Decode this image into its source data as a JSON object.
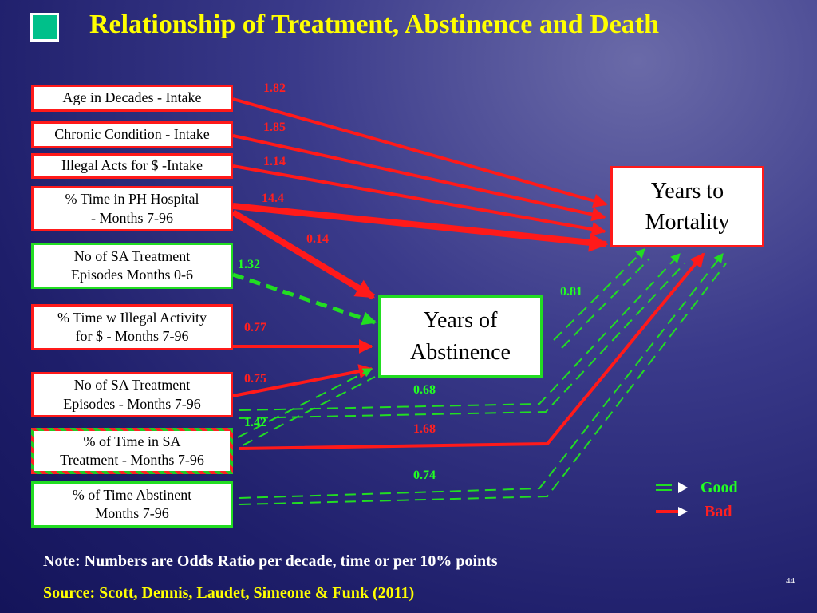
{
  "title": "Relationship of Treatment, Abstinence and Death",
  "predictors": [
    {
      "line1": "Age in Decades - Intake",
      "line2": ""
    },
    {
      "line1": "Chronic Condition - Intake",
      "line2": ""
    },
    {
      "line1": "Illegal Acts for $ -Intake",
      "line2": ""
    },
    {
      "line1": "% Time in PH Hospital",
      "line2": "- Months 7-96"
    },
    {
      "line1": "No of SA Treatment",
      "line2": "Episodes Months 0-6"
    },
    {
      "line1": "% Time w Illegal Activity",
      "line2": "for $ - Months 7-96"
    },
    {
      "line1": "No of SA Treatment",
      "line2": "Episodes - Months 7-96"
    },
    {
      "line1": "% of Time in SA",
      "line2": "Treatment - Months 7-96"
    },
    {
      "line1": "% of Time Abstinent",
      "line2": "Months 7-96"
    }
  ],
  "outcomes": {
    "mortality": {
      "line1": "Years to",
      "line2": "Mortality"
    },
    "abstinence": {
      "line1": "Years of",
      "line2": "Abstinence"
    }
  },
  "path_labels": {
    "age": "1.82",
    "chronic": "1.85",
    "illegal_acts": "1.14",
    "hospital_mortality": "14.4",
    "hospital_abstinence": "0.14",
    "sa_episodes_0_6": "1.32",
    "illegal_activity": "0.77",
    "sa_episodes_7_96": "0.75",
    "sa_time_abstinence": "1.42",
    "abstinence_mortality": "0.81",
    "sa_episodes_mortality": "0.68",
    "sa_time_mortality": "1.68",
    "abstinent_mortality": "0.74"
  },
  "legend": {
    "good": "Good",
    "bad": "Bad"
  },
  "note": "Note: Numbers are Odds Ratio per decade, time or per 10% points",
  "source": "Source: Scott, Dennis, Laudet, Simeone & Funk (2011)",
  "page_number": "44",
  "colors": {
    "good": "#22dd22",
    "bad": "#ff1a1a",
    "title": "#ffff00"
  }
}
